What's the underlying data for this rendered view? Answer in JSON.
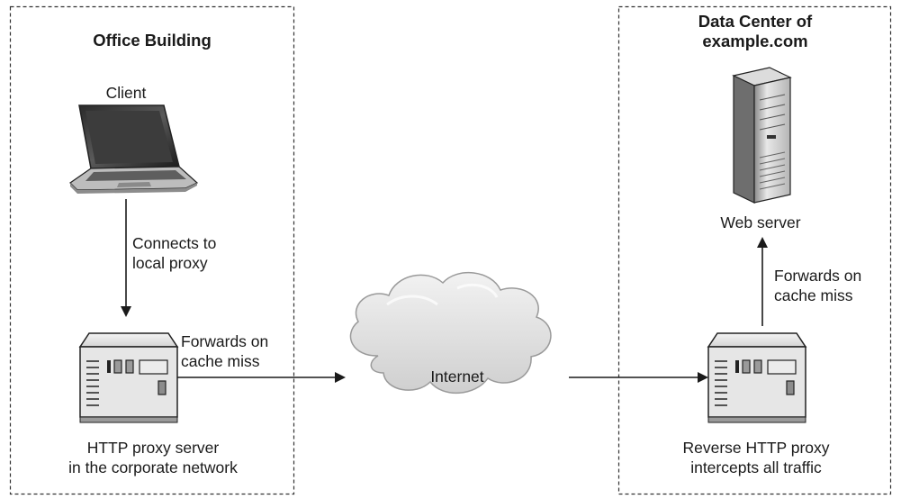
{
  "zones": {
    "office": {
      "title": "Office Building"
    },
    "datacenter": {
      "title": "Data Center of\nexample.com"
    }
  },
  "nodes": {
    "client": {
      "label": "Client",
      "icon": "laptop-icon"
    },
    "local_proxy": {
      "label": "HTTP proxy server\nin the corporate network",
      "icon": "proxy-server-icon"
    },
    "internet": {
      "label": "Internet",
      "icon": "cloud-icon"
    },
    "reverse_proxy": {
      "label": "Reverse HTTP proxy\nintercepts all traffic",
      "icon": "proxy-server-icon"
    },
    "web_server": {
      "label": "Web server",
      "icon": "tower-server-icon"
    }
  },
  "edges": {
    "client_to_proxy": {
      "label": "Connects to\nlocal proxy"
    },
    "proxy_to_internet": {
      "label": "Forwards on\ncache miss"
    },
    "reverse_to_web": {
      "label": "Forwards on\ncache miss"
    }
  }
}
